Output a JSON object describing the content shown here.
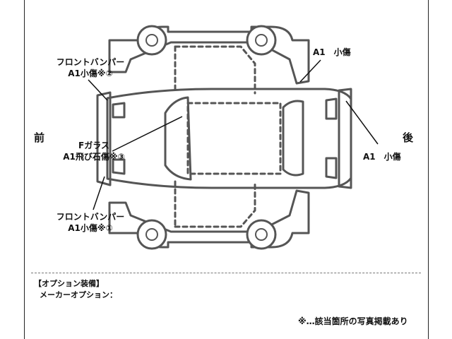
{
  "labels": {
    "front_bumper_upper": {
      "line1": "フロントバンパー",
      "line2": "A1小傷※②"
    },
    "front_bumper_lower": {
      "line1": "フロントバンパー",
      "line2": "A1小傷※①"
    },
    "front_glass": {
      "line1": "Fガラス",
      "line2": "A1飛び石傷※③"
    },
    "top_right": "A1　小傷",
    "rear_right": "A1　小傷"
  },
  "directions": {
    "front": "前",
    "rear": "後"
  },
  "options": {
    "title": "【オプション装備】",
    "maker_option": "メーカーオプション："
  },
  "footnote": "※…該当箇所の写真掲載あり"
}
